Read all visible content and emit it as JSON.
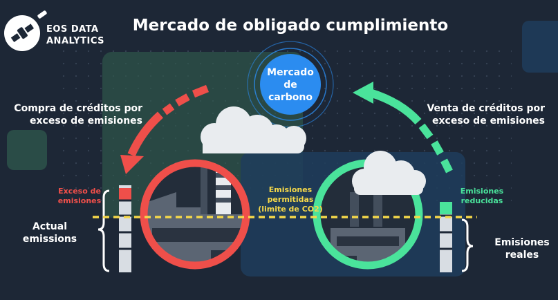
{
  "header": {
    "logo_text": "EOS DATA\nANALYTICS",
    "title": "Mercado de obligado cumplimiento"
  },
  "market": {
    "label": "Mercado\nde\ncarbono"
  },
  "left": {
    "buy_label": "Compra de créditos por\nexceso de emisiones",
    "excess_label": "Exceso de\nemisiones",
    "actual_label": "Actual\nemissions"
  },
  "center": {
    "permitted_label": "Emisiones\npermitidas\n(limite de CO2)"
  },
  "right": {
    "sell_label": "Venta de créditos por\nexceso de emisiones",
    "reduced_label": "Emisiones\nreducidas",
    "real_label": "Emisiones\nreales"
  },
  "colors": {
    "background": "#1d2736",
    "red": "#ef4f4a",
    "green": "#4ae39b",
    "yellow": "#f5d84a",
    "blue": "#2b8cf0",
    "factory": "#5b6573",
    "smoke": "#e9ecef"
  },
  "icons": [
    "satellite-logo-icon",
    "factory-icon",
    "smoke-cloud-icon",
    "arrow-left-down-icon",
    "arrow-up-left-icon",
    "brace-icon"
  ]
}
